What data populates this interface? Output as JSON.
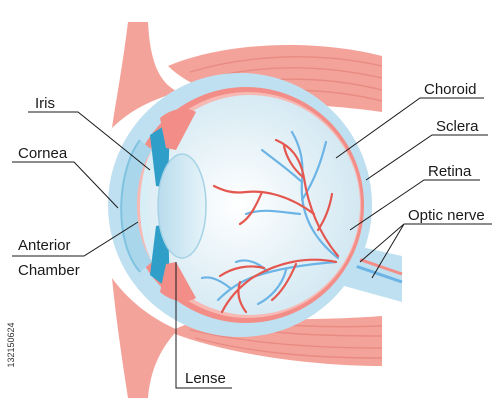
{
  "labels": {
    "iris": "Iris",
    "cornea": "Cornea",
    "anterior_chamber_line1": "Anterior",
    "anterior_chamber_line2": "Chamber",
    "lense": "Lense",
    "choroid": "Choroid",
    "sclera": "Sclera",
    "retina": "Retina",
    "optic_nerve": "Optic nerve"
  },
  "stock_id": "132150624",
  "colors": {
    "muscle": "#f4a39a",
    "muscle_stripe": "#e98b82",
    "sclera": "#bfe0f0",
    "choroid": "#f38d87",
    "vitreous": "#dff0f6",
    "lens": "#cfe8f1",
    "iris": "#2f9fc9",
    "artery": "#e4574f",
    "vein": "#6cb4e6"
  }
}
